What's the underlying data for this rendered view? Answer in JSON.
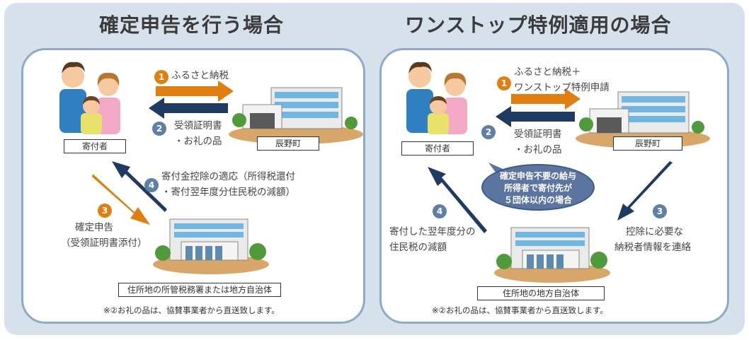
{
  "left": {
    "title": "確定申告を行う場合",
    "donor_label": "寄付者",
    "town_label": "辰野町",
    "office_label": "住所地の所管税務署または地方自治体",
    "step1": {
      "num": "1",
      "text": "ふるさと納税"
    },
    "step2": {
      "num": "2",
      "line1": "受領証明書",
      "line2": "・お礼の品"
    },
    "step3": {
      "num": "3",
      "line1": "確定申告",
      "line2": "（受領証明書添付）"
    },
    "step4": {
      "num": "4",
      "line1": "寄付金控除の適応（所得税還付",
      "line2": "・寄付翌年度分住民税の減額）"
    },
    "note": "※②お礼の品は、協賛事業者から直送致します。"
  },
  "right": {
    "title": "ワンストップ特例適用の場合",
    "donor_label": "寄付者",
    "town_label": "辰野町",
    "office_label": "住所地の地方自治体",
    "step1": {
      "num": "1",
      "line1": "ふるさと納税＋",
      "line2": "ワンストップ特例申請"
    },
    "step2": {
      "num": "2",
      "line1": "受領証明書",
      "line2": "・お礼の品"
    },
    "step3": {
      "num": "3",
      "line1": "控除に必要な",
      "line2": "納税者情報を連絡"
    },
    "step4": {
      "num": "4",
      "line1": "寄付した翌年度分の",
      "line2": "住民税の減額"
    },
    "bubble": {
      "line1": "確定申告不要の給与",
      "line2": "所得者で寄付先が",
      "line3": "５団体以内の場合"
    },
    "note": "※②お礼の品は、協賛事業者から直送致します。"
  },
  "colors": {
    "orange": "#e07f10",
    "navy": "#1f3b63",
    "panel_border": "#8fa9c8",
    "background": "#d7e1ec"
  }
}
